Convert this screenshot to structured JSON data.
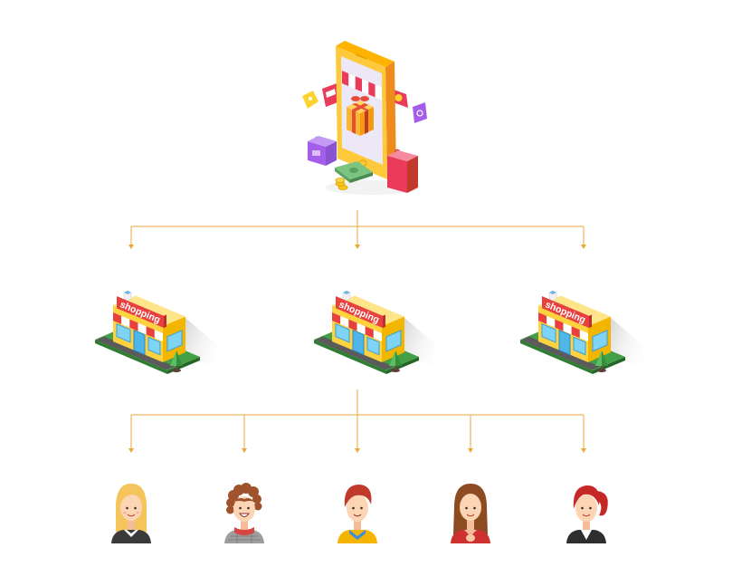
{
  "diagram": {
    "top_node": {
      "icon": "mobile-shopping-app-icon"
    },
    "stores": [
      {
        "icon": "store-icon",
        "sign": "shopping"
      },
      {
        "icon": "store-icon",
        "sign": "shopping"
      },
      {
        "icon": "store-icon",
        "sign": "shopping"
      }
    ],
    "customers": [
      {
        "icon": "customer-avatar-blonde-woman"
      },
      {
        "icon": "customer-avatar-curly-hair-boy"
      },
      {
        "icon": "customer-avatar-red-hair-man"
      },
      {
        "icon": "customer-avatar-brown-hair-woman"
      },
      {
        "icon": "customer-avatar-red-ponytail-woman"
      }
    ]
  },
  "colors": {
    "connector": "#e8a93a",
    "background": "#ffffff",
    "store_wall": "#ffd23f",
    "store_sign": "#e8403f",
    "store_ground": "#43a047"
  }
}
